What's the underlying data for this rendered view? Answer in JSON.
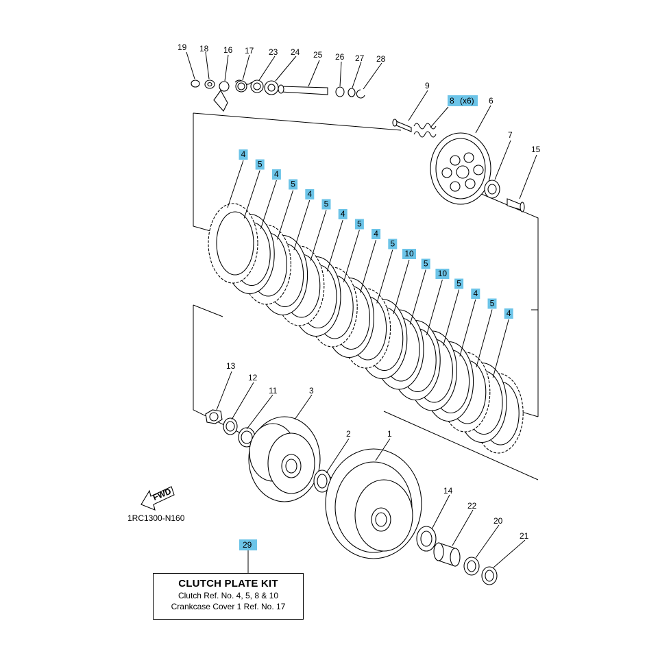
{
  "diagram": {
    "code": "1RC1300-N160",
    "fwd_label": "FWD",
    "highlight_color": "#6cc4e8",
    "callouts_top": [
      "19",
      "18",
      "16",
      "17",
      "23",
      "24",
      "25",
      "26",
      "27",
      "28"
    ],
    "callouts_right": [
      "9",
      "8",
      "(x6)",
      "6",
      "7",
      "15"
    ],
    "plate_labels": [
      "4",
      "5",
      "4",
      "5",
      "4",
      "5",
      "4",
      "5",
      "4",
      "5",
      "10",
      "5",
      "10",
      "5",
      "4",
      "5",
      "4"
    ],
    "callouts_lower": [
      "13",
      "12",
      "11",
      "3",
      "2",
      "1",
      "14",
      "22",
      "20",
      "21"
    ],
    "kit_ref": "29"
  },
  "kit_box": {
    "title": "CLUTCH PLATE KIT",
    "line1": "Clutch Ref. No. 4, 5, 8 & 10",
    "line2": "Crankcase Cover 1 Ref. No. 17"
  }
}
